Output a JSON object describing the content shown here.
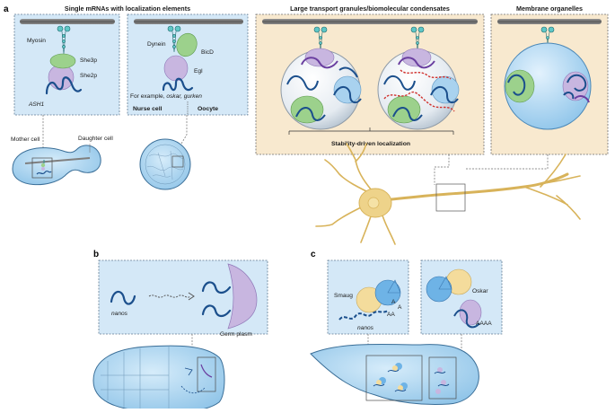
{
  "panel_a": {
    "letter": "a",
    "section_single_title": "Single mRNAs with localization elements",
    "section_large_title": "Large transport granules/biomolecular condensates",
    "section_membrane_title": "Membrane organelles",
    "yeast": {
      "myosin": "Myosin",
      "she3p": "She3p",
      "she2p": "She2p",
      "ash1": "ASH1",
      "mother_cell": "Mother cell",
      "daughter_cell": "Daughter cell"
    },
    "oocyte": {
      "dynein": "Dynein",
      "bicd": "BicD",
      "egl": "Egl",
      "example_prefix": "For example, ",
      "example_rnas": "oskar, gurken",
      "nurse_cell": "Nurse cell",
      "oocyte": "Oocyte"
    },
    "stability_label": "Stability-driven localization"
  },
  "panel_b": {
    "letter": "b",
    "nanos": "nanos",
    "germ_plasm": "Germ plasm"
  },
  "panel_c": {
    "letter": "c",
    "smaug": "Smaug",
    "nanos": "nanos",
    "oskar": "Oskar",
    "polyA_1": "A",
    "polyA_2": "A",
    "polyA_3": "AA",
    "polyA_4": "AAAA"
  },
  "colors": {
    "panel_blue_bg": "#d4e8f7",
    "panel_tan_bg": "#f8e9cf",
    "dash_border": "#5f7a92",
    "rna_blue": "#1b4f8c",
    "green_protein": "#9cd18c",
    "purple_protein": "#c8b6e0",
    "cell_blue": "#a9d2ef",
    "neuron_yellow": "#eed38a",
    "smaug_blue": "#6eb3e6",
    "oskar_yellow": "#f4dc9c",
    "red_rna": "#d0312d",
    "microtubule": "#7f7f7f"
  }
}
